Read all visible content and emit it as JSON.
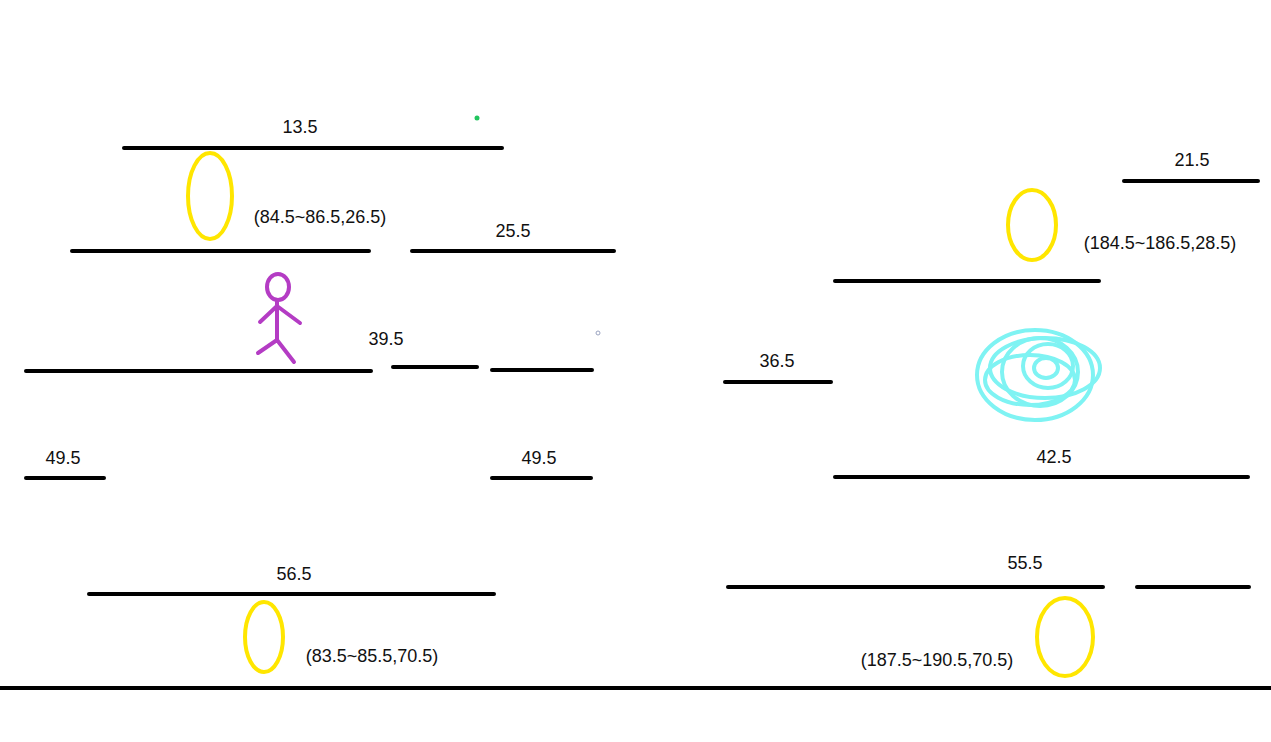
{
  "diagram": {
    "labels": [
      "13.5",
      "(84.5~86.5,26.5)",
      "25.5",
      "39.5",
      "49.5",
      "49.5",
      "56.5",
      "(83.5~85.5,70.5)",
      "21.5",
      "(184.5~186.5,28.5)",
      "36.5",
      "42.5",
      "55.5",
      "(187.5~190.5,70.5)"
    ]
  }
}
